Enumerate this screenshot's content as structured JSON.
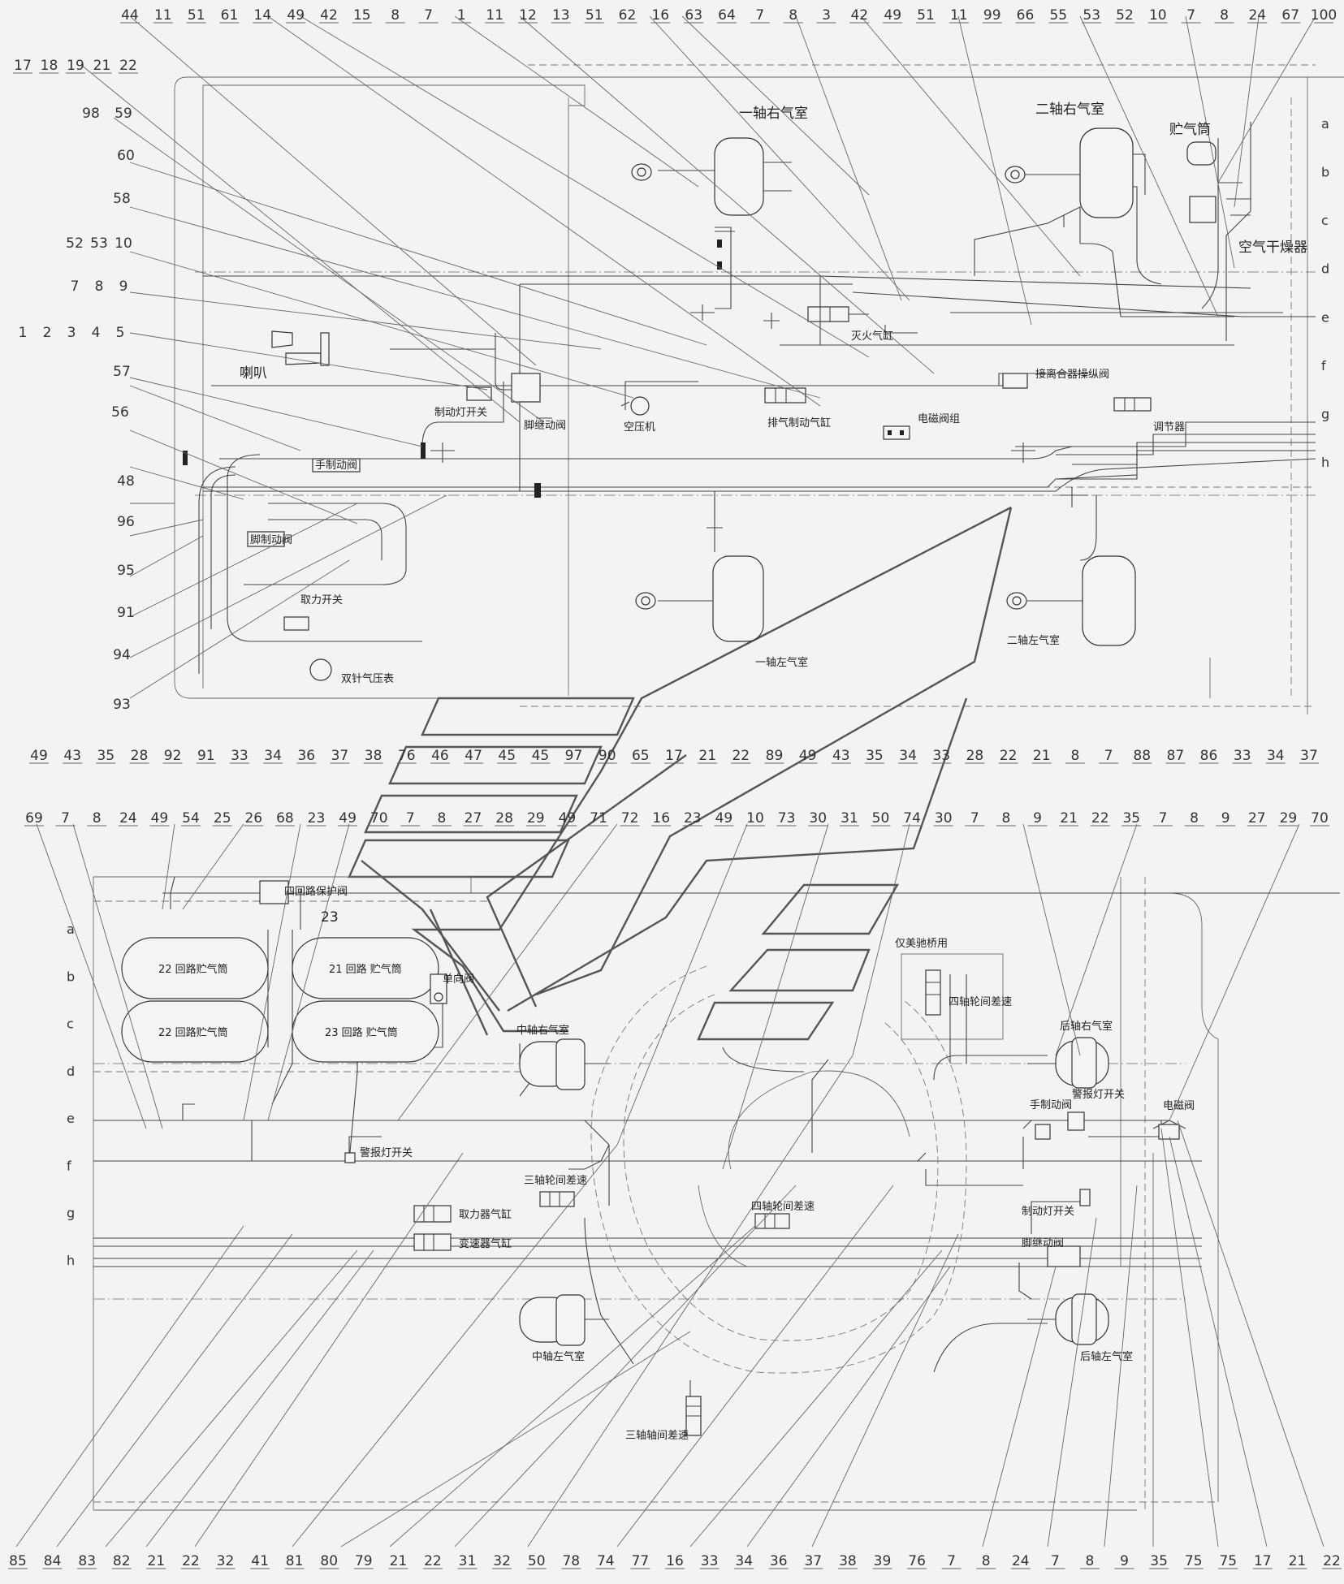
{
  "top_numbers": [
    "44",
    "11",
    "51",
    "61",
    "14",
    "49",
    "42",
    "15",
    "8",
    "7",
    "1",
    "11",
    "12",
    "13",
    "51",
    "62",
    "16",
    "63",
    "64",
    "7",
    "8",
    "3",
    "42",
    "49",
    "51",
    "11",
    "99",
    "66",
    "55",
    "53",
    "52",
    "10",
    "7",
    "8",
    "24",
    "67",
    "100"
  ],
  "top_left_numbers_row2": [
    "17",
    "18",
    "19",
    "21",
    "22"
  ],
  "left_numbers": [
    "98",
    "59",
    "60",
    "58",
    "52",
    "53",
    "10",
    "7",
    "8",
    "9",
    "1",
    "2",
    "3",
    "4",
    "5",
    "57",
    "56",
    "48",
    "96",
    "95",
    "91",
    "94",
    "93"
  ],
  "mid_row_numbers": [
    "49",
    "43",
    "35",
    "28",
    "92",
    "91",
    "33",
    "34",
    "36",
    "37",
    "38",
    "76",
    "46",
    "47",
    "45",
    "45",
    "97",
    "90",
    "65",
    "17",
    "21",
    "22",
    "89",
    "49",
    "43",
    "35",
    "34",
    "33",
    "28",
    "22",
    "21",
    "8",
    "7",
    "88",
    "87",
    "86",
    "33",
    "34",
    "37"
  ],
  "mid_row2_numbers": [
    "69",
    "7",
    "8",
    "24",
    "49",
    "54",
    "25",
    "26",
    "68",
    "23",
    "49",
    "70",
    "7",
    "8",
    "27",
    "28",
    "29",
    "49",
    "71",
    "72",
    "16",
    "23",
    "49",
    "10",
    "73",
    "30",
    "31",
    "50",
    "74",
    "30",
    "7",
    "8",
    "9",
    "21",
    "22",
    "35",
    "7",
    "8",
    "9",
    "27",
    "29",
    "70"
  ],
  "bottom_numbers": [
    "85",
    "84",
    "83",
    "82",
    "21",
    "22",
    "32",
    "41",
    "81",
    "80",
    "79",
    "21",
    "22",
    "31",
    "32",
    "50",
    "78",
    "74",
    "77",
    "16",
    "33",
    "34",
    "36",
    "37",
    "38",
    "39",
    "76",
    "7",
    "8",
    "24",
    "7",
    "8",
    "9",
    "35",
    "75",
    "75",
    "17",
    "21",
    "22"
  ],
  "side_letters_right": [
    "a",
    "b",
    "c",
    "d",
    "e",
    "f",
    "g",
    "h"
  ],
  "side_letters_left": [
    "a",
    "b",
    "c",
    "d",
    "e",
    "f",
    "g",
    "h"
  ],
  "labels": {
    "axle1_right": "一轴右气室",
    "axle2_right": "二轴右气室",
    "air_reservoir": "贮气筒",
    "air_dryer": "空气干燥器",
    "fire_cyl": "灭火气缸",
    "horn": "喇叭",
    "brake_light_sw": "制动灯开关",
    "foot_relay": "脚继动阀",
    "compressor": "空压机",
    "exhaust_brake": "排气制动气缸",
    "solenoid_group": "电磁阀组",
    "clutch_valve": "接离合器操纵阀",
    "regulator": "调节器",
    "hand_valve": "手制动阀",
    "foot_valve": "脚制动阀",
    "pto_switch": "取力开关",
    "gauge": "双针气压表",
    "axle1_left": "一轴左气室",
    "axle2_left": "二轴左气室",
    "four_circuit": "四回路保护阀",
    "tank22a": "22 回路贮气筒",
    "tank21": "21 回路 贮气筒",
    "tank22b": "22 回路贮气筒",
    "tank23": "23 回路 贮气筒",
    "check_valve": "单向阀",
    "num23": "23",
    "mid_right": "中轴右气室",
    "mid_left": "中轴左气室",
    "alarm_sw1": "警报灯开关",
    "axle3_diff": "三轴轮间差速",
    "axle4_diff": "四轴轮间差速",
    "pto_cyl": "取力器气缸",
    "trans_cyl": "变速器气缸",
    "axle3_inter": "三轴轴间差速",
    "mei_bridge": "仅美驰桥用",
    "axle4_inter": "四轴轮间差速",
    "rear_right": "后轴右气室",
    "rear_left": "后轴左气室",
    "hand_valve2": "手制动阀",
    "alarm_sw2": "警报灯开关",
    "solenoid": "电磁阀",
    "brake_light_sw2": "制动灯开关",
    "foot_relay2": "脚继动阀"
  }
}
